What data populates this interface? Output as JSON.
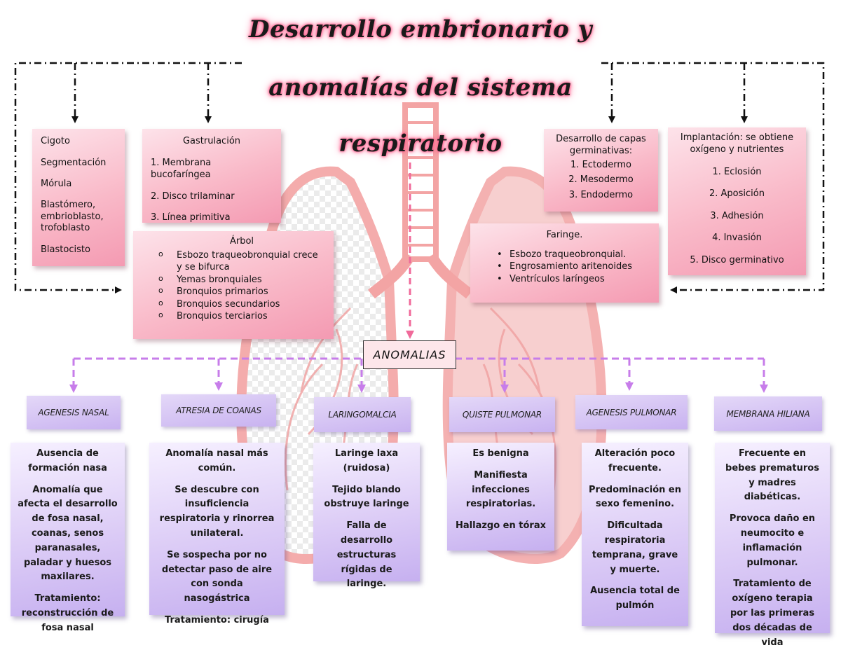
{
  "title": {
    "line1": "Desarrollo embrionario y",
    "line2": "anomalías del sistema",
    "line3": "respiratorio"
  },
  "colors": {
    "title_glow": "#ff5a8a",
    "pink_box": "#f9b9c8",
    "purple_box": "#c6b0f0",
    "arrow_purple": "#c77dea",
    "arrow_pink": "#f06a9a",
    "lung": "#f4a9a9"
  },
  "cigoto": {
    "items": [
      "Cigoto",
      "Segmentación",
      "Mórula",
      "Blastómero, embrioblasto, trofoblasto",
      "Blastocisto"
    ]
  },
  "gastrulacion": {
    "title": "Gastrulación",
    "items": [
      "1. Membrana bucofaríngea",
      "2. Disco trilaminar",
      "3. Línea primitiva"
    ]
  },
  "arbol": {
    "title": "Árbol",
    "items": [
      "Esbozo traqueobronquial crece y se bifurca",
      "Yemas bronquiales",
      "Bronquios primarios",
      "Bronquios secundarios",
      "Bronquios terciarios"
    ]
  },
  "capas": {
    "title": "Desarrollo de capas germinativas:",
    "items": [
      "1. Ectodermo",
      "2. Mesodermo",
      "3. Endodermo"
    ]
  },
  "implantacion": {
    "title": "Implantación: se obtiene oxígeno y nutrientes",
    "items": [
      "1. Eclosión",
      "2. Aposición",
      "3. Adhesión",
      "4. Invasión",
      "5. Disco germinativo"
    ]
  },
  "faringe": {
    "title": "Faringe.",
    "items": [
      "Esbozo traqueobronquial.",
      "Engrosamiento aritenoides",
      "Ventrículos laríngeos"
    ]
  },
  "anomalias_label": "ANOMALIAS",
  "anomalies": [
    {
      "name": "AGENESIS NASAL",
      "paragraphs": [
        "Ausencia de formación nasa",
        "Anomalía que afecta el desarrollo de fosa nasal, coanas, senos paranasales, paladar y huesos maxilares.",
        "Tratamiento: reconstrucción de fosa nasal"
      ]
    },
    {
      "name": "ATRESIA DE COANAS",
      "paragraphs": [
        "Anomalía nasal más común.",
        "Se descubre con insuficiencia respiratoria y rinorrea unilateral.",
        "Se sospecha por no detectar paso de aire con sonda nasogástrica",
        "Tratamiento: cirugía"
      ]
    },
    {
      "name": "LARINGOMALCIA",
      "paragraphs": [
        "Laringe laxa (ruidosa)",
        "Tejido blando obstruye laringe",
        "Falla de desarrollo estructuras rígidas de laringe."
      ]
    },
    {
      "name": "QUISTE PULMONAR",
      "paragraphs": [
        "Es benigna",
        "Manifiesta infecciones respiratorias.",
        "Hallazgo en tórax"
      ]
    },
    {
      "name": "AGENESIS PULMONAR",
      "paragraphs": [
        "Alteración poco frecuente.",
        "Predominación en sexo femenino.",
        "Dificultada respiratoria temprana, grave y muerte.",
        "Ausencia total de pulmón"
      ]
    },
    {
      "name": "MEMBRANA HILIANA",
      "paragraphs": [
        "Frecuente en bebes prematuros y madres diabéticas.",
        "Provoca daño en neumocito e inflamación pulmonar.",
        "Tratamiento de oxígeno terapia por las primeras dos décadas de vida"
      ]
    }
  ]
}
